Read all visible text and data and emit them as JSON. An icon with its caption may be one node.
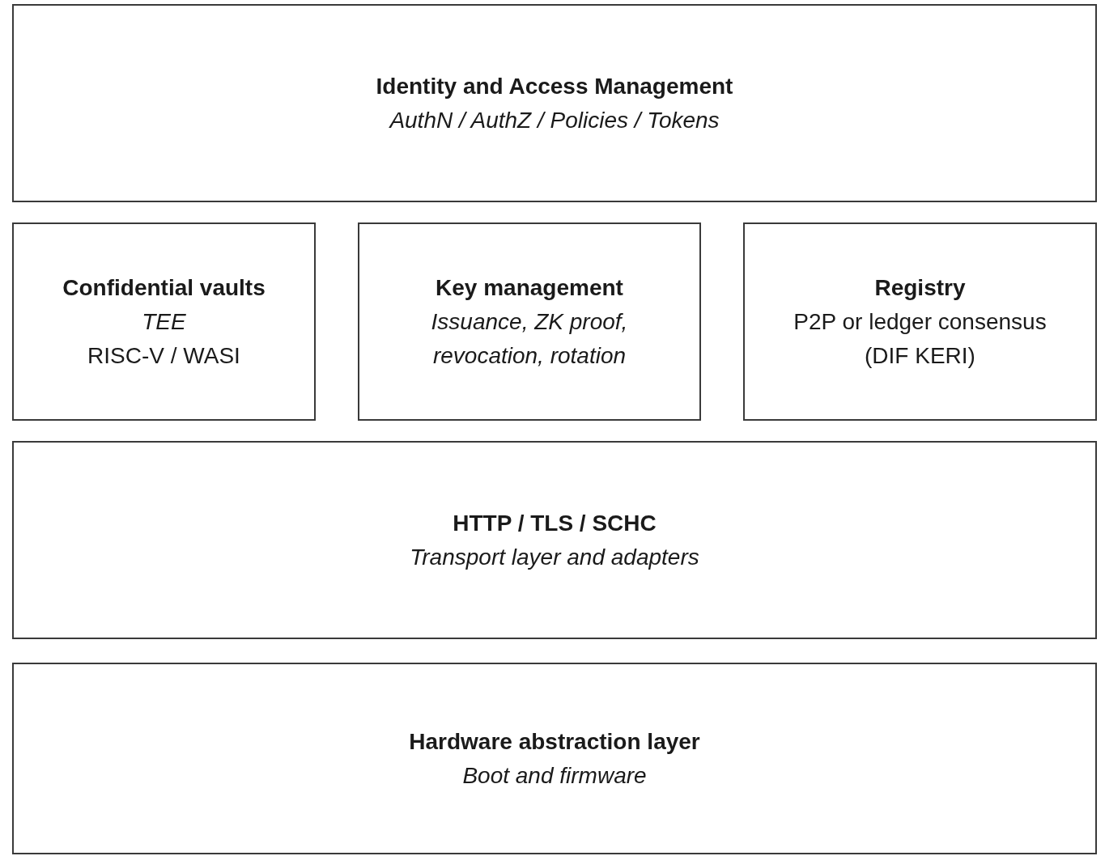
{
  "diagram": {
    "nodes": [
      {
        "text": [
          "Identity and Access Management",
          "AuthN / AuthZ / Policies / Tokens"
        ]
      },
      {
        "text": [
          "Confidential vaults",
          "TEE",
          "RISC-V / WASI"
        ]
      },
      {
        "text": [
          "Key management",
          "Issuance, ZK proof, revocation, rotation"
        ]
      },
      {
        "text": [
          "Registry",
          "P2P or ledger consensus (DIF KERI)"
        ]
      },
      {
        "text": [
          "HTTP / TLS / SCHC",
          "Transport layer and adapters"
        ]
      },
      {
        "text": [
          "Hardware abstraction layer",
          "Boot and firmware"
        ]
      }
    ]
  }
}
